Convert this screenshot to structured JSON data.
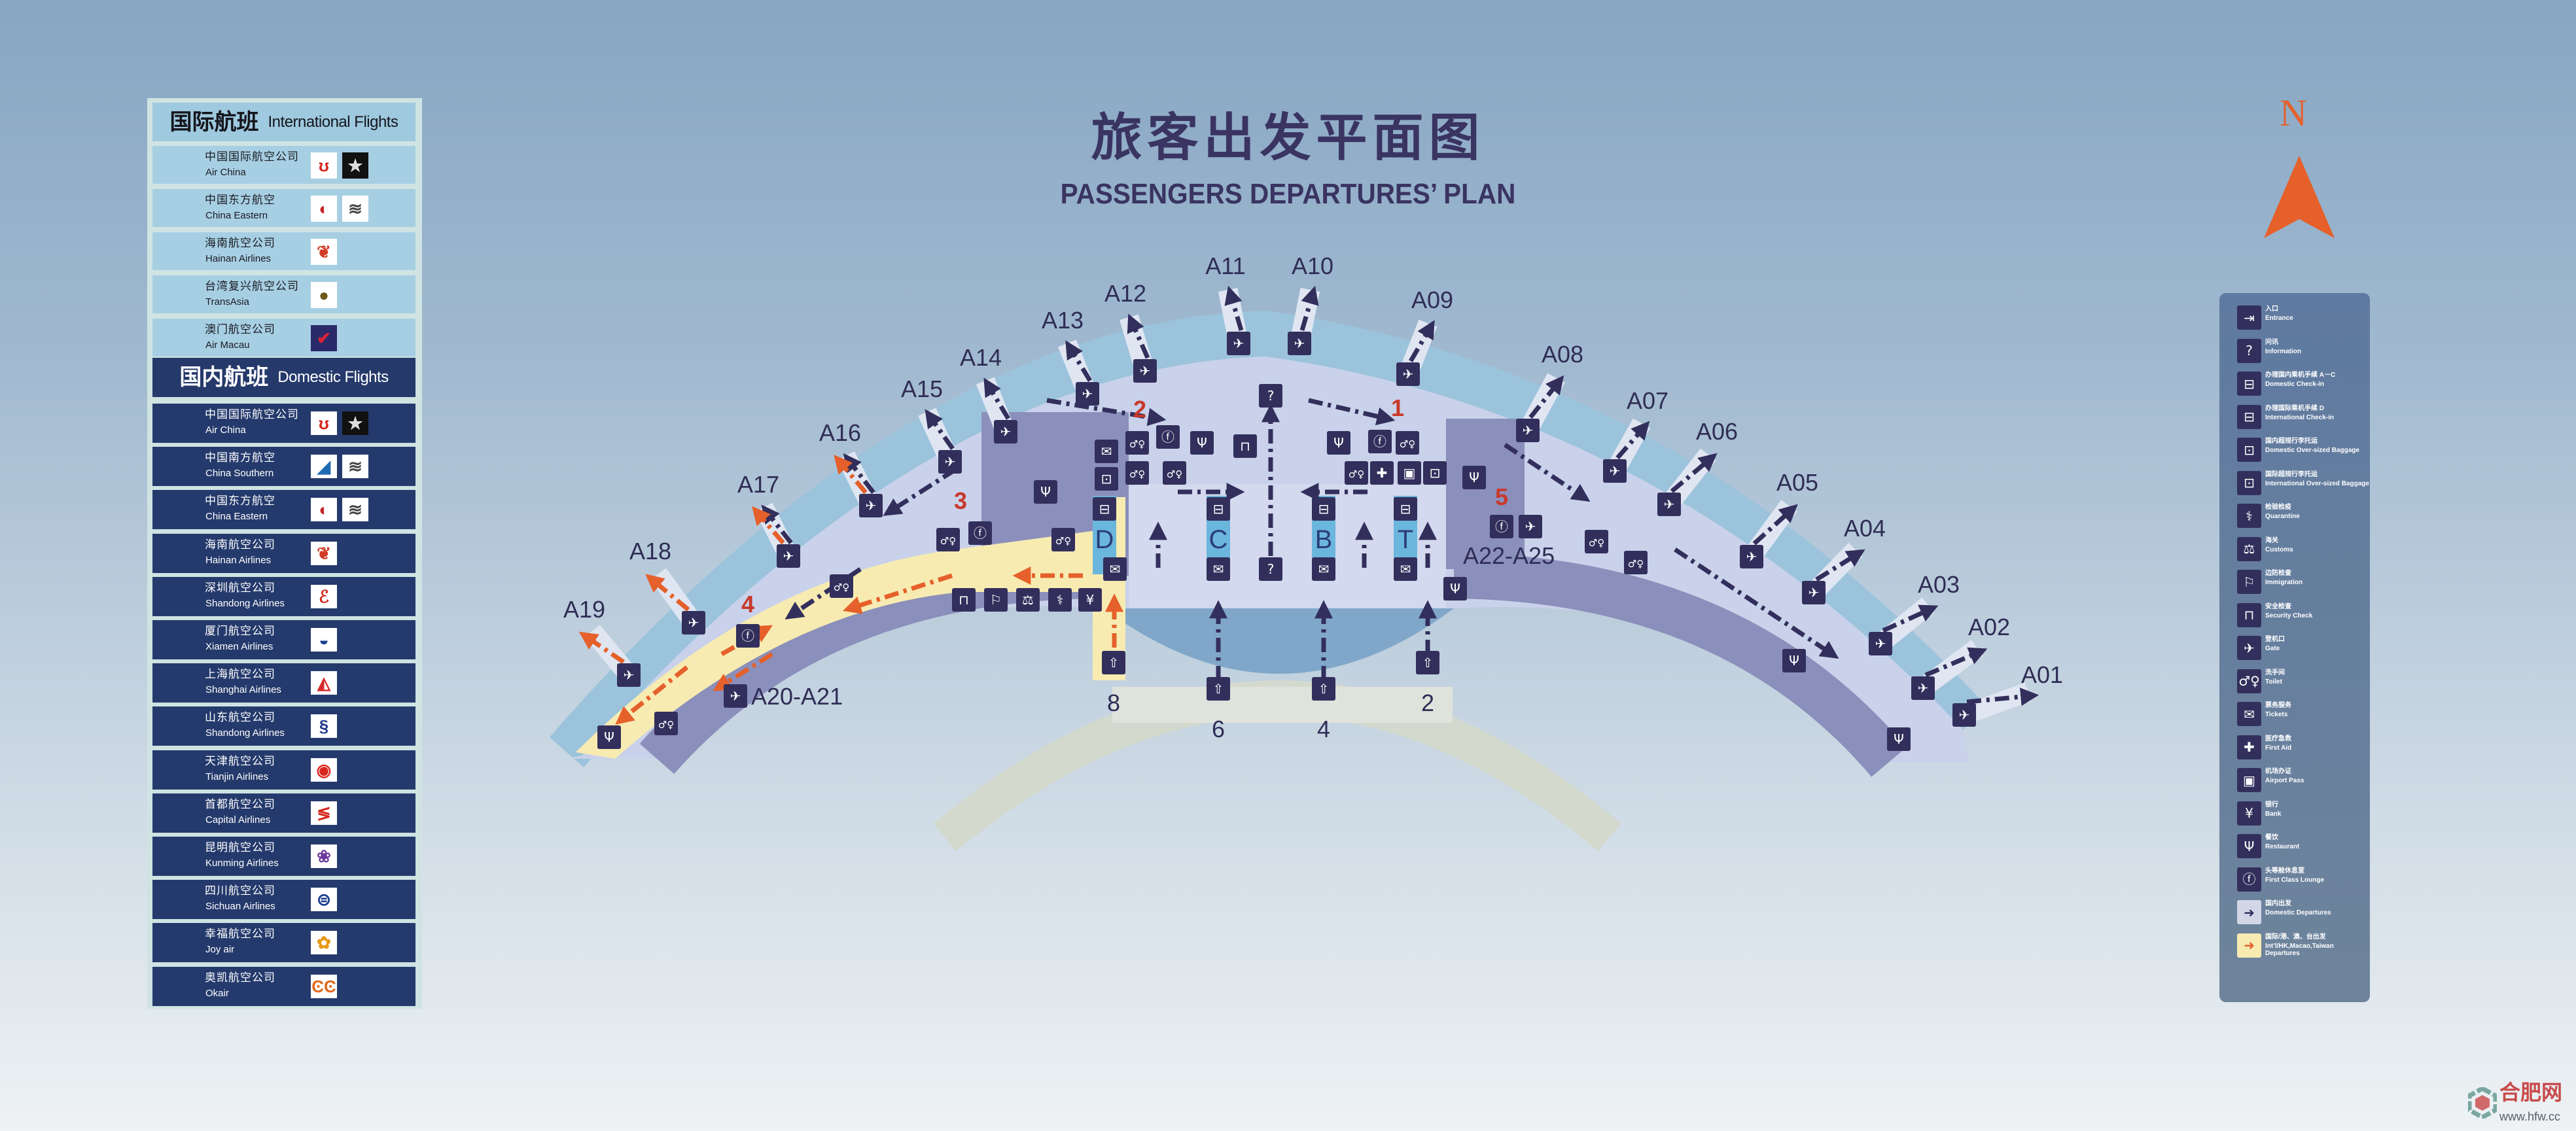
{
  "title": {
    "cn": "旅客出发平面图",
    "en": "PASSENGERS DEPARTURES’ PLAN"
  },
  "compass": {
    "label": "N"
  },
  "international": {
    "heading_cn": "国际航班",
    "heading_en": "International Flights",
    "airlines": [
      {
        "cn": "中国国际航空公司",
        "en": "Air China",
        "logos": [
          "air-china-logo",
          "star-alliance-logo"
        ]
      },
      {
        "cn": "中国东方航空",
        "en": "China Eastern",
        "logos": [
          "china-eastern-logo",
          "skyteam-logo"
        ]
      },
      {
        "cn": "海南航空公司",
        "en": "Hainan Airlines",
        "logos": [
          "hainan-airlines-logo"
        ]
      },
      {
        "cn": "台湾复兴航空公司",
        "en": "TransAsia",
        "logos": [
          "transasia-logo"
        ]
      },
      {
        "cn": "澳门航空公司",
        "en": "Air Macau",
        "logos": [
          "air-macau-logo"
        ]
      }
    ]
  },
  "domestic": {
    "heading_cn": "国内航班",
    "heading_en": "Domestic Flights",
    "airlines": [
      {
        "cn": "中国国际航空公司",
        "en": "Air China",
        "logos": [
          "air-china-logo",
          "star-alliance-logo"
        ]
      },
      {
        "cn": "中国南方航空",
        "en": "China Southern",
        "logos": [
          "china-southern-logo",
          "skyteam-logo"
        ]
      },
      {
        "cn": "中国东方航空",
        "en": "China Eastern",
        "logos": [
          "china-eastern-logo",
          "skyteam-logo"
        ]
      },
      {
        "cn": "海南航空公司",
        "en": "Hainan Airlines",
        "logos": [
          "hainan-airlines-logo"
        ]
      },
      {
        "cn": "深圳航空公司",
        "en": "Shandong Airlines",
        "logos": [
          "shenzhen-airlines-logo"
        ]
      },
      {
        "cn": "厦门航空公司",
        "en": "Xiamen Airlines",
        "logos": [
          "xiamen-airlines-logo"
        ]
      },
      {
        "cn": "上海航空公司",
        "en": "Shanghai Airlines",
        "logos": [
          "shanghai-airlines-logo"
        ]
      },
      {
        "cn": "山东航空公司",
        "en": "Shandong Airlines",
        "logos": [
          "shandong-airlines-logo"
        ]
      },
      {
        "cn": "天津航空公司",
        "en": "Tianjin Airlines",
        "logos": [
          "tianjin-airlines-logo"
        ]
      },
      {
        "cn": "首都航空公司",
        "en": "Capital Airlines",
        "logos": [
          "capital-airlines-logo"
        ]
      },
      {
        "cn": "昆明航空公司",
        "en": "Kunming Airlines",
        "logos": [
          "kunming-airlines-logo"
        ]
      },
      {
        "cn": "四川航空公司",
        "en": "Sichuan Airlines",
        "logos": [
          "sichuan-airlines-logo"
        ]
      },
      {
        "cn": "幸福航空公司",
        "en": "Joy air",
        "logos": [
          "joy-air-logo"
        ]
      },
      {
        "cn": "奥凯航空公司",
        "en": "Okair",
        "logos": [
          "okair-logo"
        ]
      }
    ]
  },
  "map": {
    "gates": [
      "A01",
      "A02",
      "A03",
      "A04",
      "A05",
      "A06",
      "A07",
      "A08",
      "A09",
      "A10",
      "A11",
      "A12",
      "A13",
      "A14",
      "A15",
      "A16",
      "A17",
      "A18",
      "A19"
    ],
    "gate_groups": [
      "A20-A21",
      "A22-A25"
    ],
    "checkin_counters": [
      "D",
      "C",
      "B",
      "T"
    ],
    "entrances": [
      "8",
      "6",
      "4",
      "2"
    ],
    "waypoints": [
      "1",
      "2",
      "3",
      "4",
      "5"
    ]
  },
  "legend": [
    {
      "icon": "entrance-icon",
      "cn": "入口",
      "en": "Entrance"
    },
    {
      "icon": "information-icon",
      "cn": "问讯",
      "en": "Information"
    },
    {
      "icon": "checkin-icon",
      "cn": "办理国内乘机手续 A－C",
      "en": "Domestic Check-in"
    },
    {
      "icon": "checkin-icon",
      "cn": "办理国际乘机手续 D",
      "en": "International Check-in"
    },
    {
      "icon": "oversized-baggage-icon",
      "cn": "国内超规行李托运",
      "en": "Domestic Over-sized Baggage"
    },
    {
      "icon": "oversized-baggage-icon",
      "cn": "国际超规行李托运",
      "en": "International Over-sized Baggage"
    },
    {
      "icon": "quarantine-icon",
      "cn": "检验检疫",
      "en": "Quarantine"
    },
    {
      "icon": "customs-icon",
      "cn": "海关",
      "en": "Customs"
    },
    {
      "icon": "immigration-icon",
      "cn": "边防检查",
      "en": "Immigration"
    },
    {
      "icon": "security-check-icon",
      "cn": "安全检查",
      "en": "Security Check"
    },
    {
      "icon": "gate-icon",
      "cn": "登机口",
      "en": "Gate"
    },
    {
      "icon": "toilet-icon",
      "cn": "洗手间",
      "en": "Toilet"
    },
    {
      "icon": "tickets-icon",
      "cn": "票务服务",
      "en": "Tickets"
    },
    {
      "icon": "first-aid-icon",
      "cn": "医疗急救",
      "en": "First Aid"
    },
    {
      "icon": "airport-pass-icon",
      "cn": "机场办证",
      "en": "Airport Pass"
    },
    {
      "icon": "bank-icon",
      "cn": "银行",
      "en": "Bank"
    },
    {
      "icon": "restaurant-icon",
      "cn": "餐饮",
      "en": "Restaurant"
    },
    {
      "icon": "first-class-lounge-icon",
      "cn": "头等舱休息室",
      "en": "First Class Lounge"
    },
    {
      "icon": "domestic-departures-arrow-icon",
      "cn": "国内出发",
      "en": "Domestic Departures"
    },
    {
      "icon": "international-departures-arrow-icon",
      "cn": "国际/港、澳、台出发",
      "en": "Int’l/HK,Macao,Taiwan Departures"
    }
  ],
  "watermark": {
    "name": "合肥网",
    "url": "www.hfw.cc"
  },
  "colors": {
    "navy": "#332f5c",
    "orange": "#e5602a",
    "concourse": "#c9d2ea",
    "intl_corridor": "#f7ebb2",
    "glass": "#9cc3dc"
  }
}
